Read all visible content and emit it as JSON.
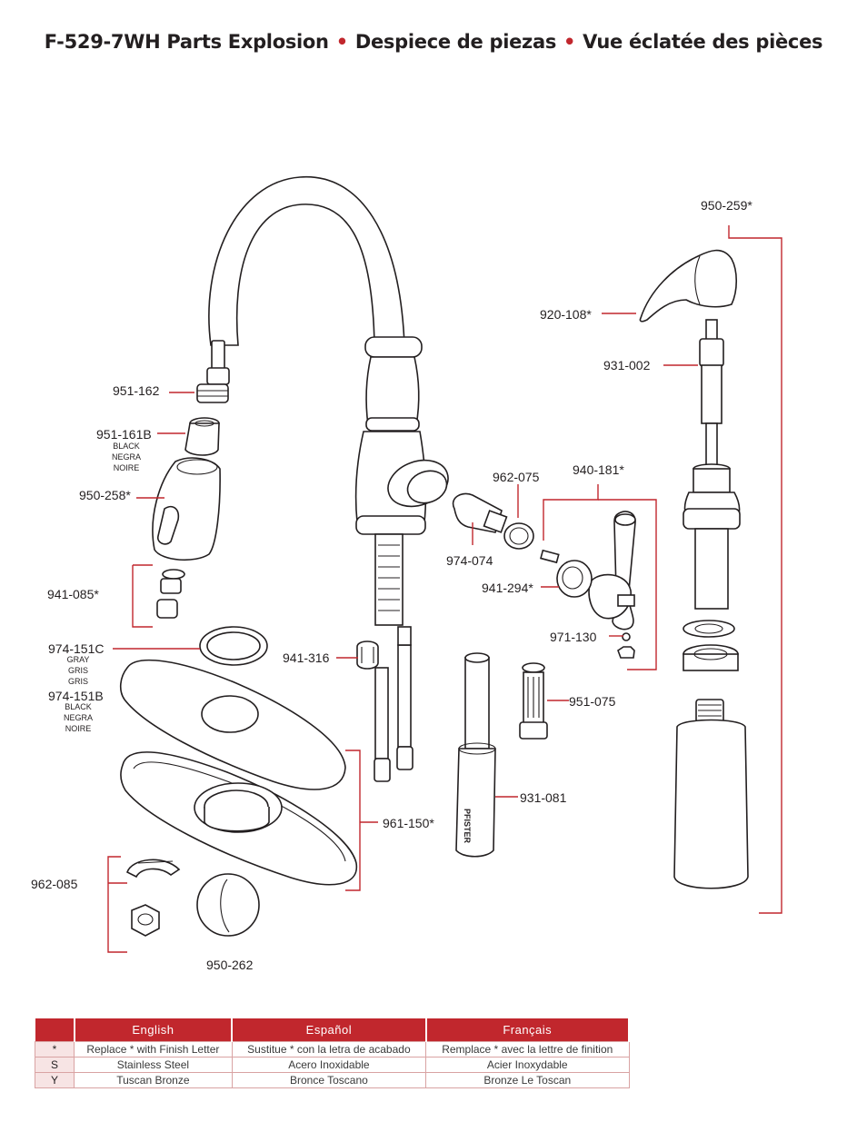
{
  "title": {
    "part1": "F-529-7WH Parts Explosion",
    "part2": "Despiece de piezas",
    "part3": "Vue éclatée des pièces",
    "separator": "•"
  },
  "labels": {
    "l950_259": "950-259*",
    "l920_108": "920-108*",
    "l931_002": "931-002",
    "l951_162": "951-162",
    "l951_161b": "951-161B",
    "l950_258": "950-258*",
    "l962_075": "962-075",
    "l940_181": "940-181*",
    "l974_074": "974-074",
    "l941_294": "941-294*",
    "l941_085": "941-085*",
    "l971_130": "971-130",
    "l974_151c": "974-151C",
    "l974_151b": "974-151B",
    "l941_316": "941-316",
    "l951_075": "951-075",
    "l931_081": "931-081",
    "l961_150": "961-150*",
    "l962_085": "962-085",
    "l950_262": "950-262"
  },
  "color_notes": {
    "black": [
      "BLACK",
      "NEGRA",
      "NOIRE"
    ],
    "gray": [
      "GRAY",
      "GRIS",
      "GRIS"
    ]
  },
  "brand_mark": "PFISTER",
  "legend": {
    "headers": [
      "English",
      "Español",
      "Français"
    ],
    "rows": [
      {
        "key": "*",
        "en": "Replace * with Finish Letter",
        "es": "Sustitue * con la letra de acabado",
        "fr": "Remplace * avec la lettre de finition"
      },
      {
        "key": "S",
        "en": "Stainless Steel",
        "es": "Acero Inoxidable",
        "fr": "Acier Inoxydable"
      },
      {
        "key": "Y",
        "en": "Tuscan Bronze",
        "es": "Bronce Toscano",
        "fr": "Bronze Le Toscan"
      }
    ]
  },
  "colors": {
    "accent": "#c1272d",
    "line": "#231f20"
  }
}
